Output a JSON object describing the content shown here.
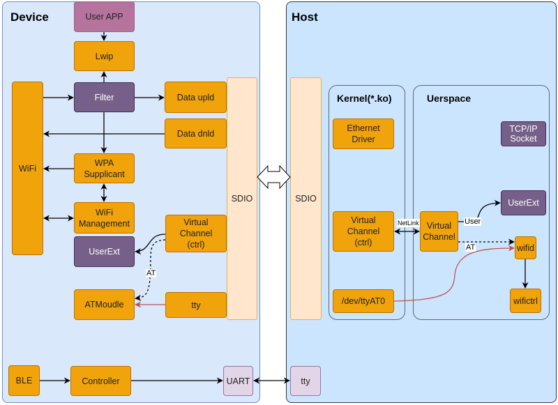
{
  "device": {
    "title": "Device",
    "user_app": "User APP",
    "lwip": "Lwip",
    "filter": "Filter",
    "data_upld": "Data upld",
    "data_dnld": "Data dnld",
    "wifi": "WiFi",
    "wpa_supplicant": "WPA\nSupplicant",
    "wifi_management": "WiFi\nManagement",
    "virtual_channel": "Virtual\nChannel\n(ctrl)",
    "userext": "UserExt",
    "at_label": "AT",
    "atmodule": "ATMoudle",
    "tty": "tty",
    "sdio": "SDIO",
    "ble": "BLE",
    "controller": "Controller",
    "uart": "UART"
  },
  "host": {
    "title": "Host",
    "sdio": "SDIO",
    "tty": "tty",
    "kernel": {
      "title": "Kernel(*.ko)",
      "ethernet_driver": "Ethernet\nDriver",
      "virtual_channel": "Virtual\nChannel\n(ctrl)",
      "dev_tty": "/dev/ttyAT0"
    },
    "netlink_label": "NetLink",
    "userspace": {
      "title": "Uerspace",
      "tcpip_socket": "TCP/IP\nSocket",
      "userext": "UserExt",
      "virtual_channel": "Virtual\nChannel",
      "user_label": "User",
      "at_label": "AT",
      "wifid": "wifid",
      "wifictrl": "wifictrl"
    }
  },
  "colors": {
    "device_bg": "#dae8fc",
    "host_bg": "#cce5ff",
    "orange": "#f0a30a",
    "purple": "#76608a",
    "pink": "#b5739d",
    "lilac": "#e1d5e7",
    "sdio": "#ffe6cc",
    "red_link": "#b85450"
  }
}
